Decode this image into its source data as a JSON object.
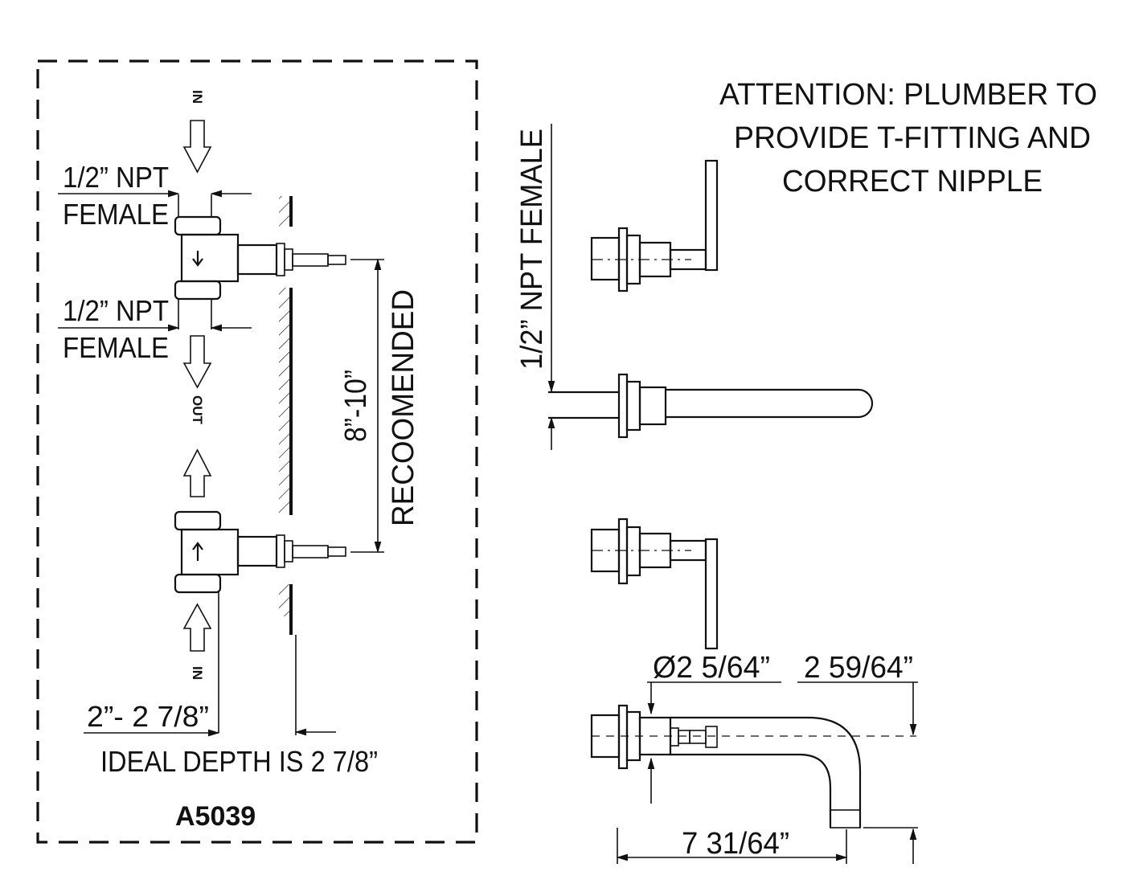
{
  "left_panel": {
    "top_in_label": "IN",
    "out_label": "OUT",
    "bottom_in_label": "IN",
    "upper_npt_line1": "1/2” NPT",
    "upper_npt_line2": "FEMALE",
    "lower_npt_line1": "1/2” NPT",
    "lower_npt_line2": "FEMALE",
    "spacing_dim": "8”-10”",
    "spacing_note": "RECOOMENDED",
    "depth_dim": "2”- 2 7/8”",
    "ideal_depth": "IDEAL DEPTH IS 2 7/8”",
    "model": "A5039"
  },
  "right_panel": {
    "attention_line1": "ATTENTION: PLUMBER TO",
    "attention_line2": "PROVIDE T-FITTING AND",
    "attention_line3": "CORRECT NIPPLE",
    "npt_vertical": "1/2” NPT FEMALE",
    "diameter_dim": "Ø2 5/64”",
    "height_dim": "2 59/64”",
    "reach_dim": "7 31/64”"
  }
}
